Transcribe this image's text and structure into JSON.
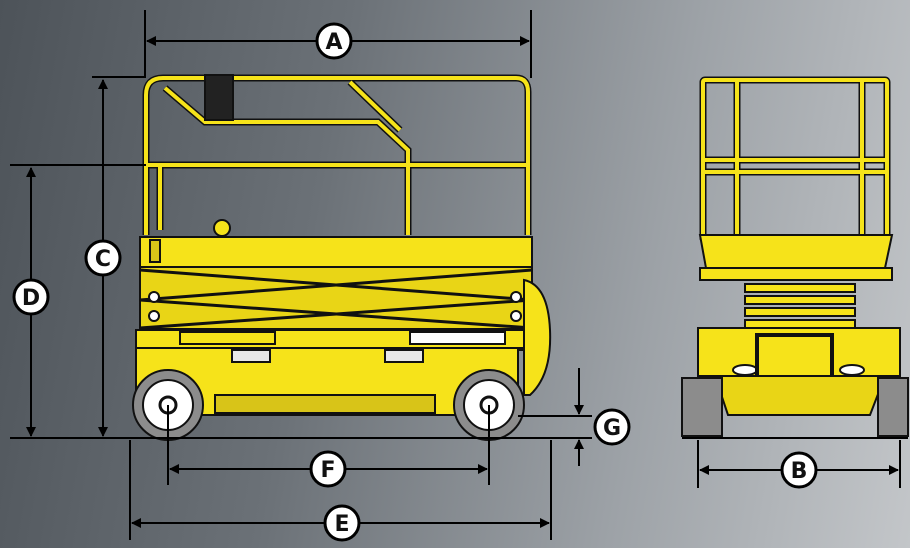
{
  "dimension_labels": {
    "a": "A",
    "b": "B",
    "c": "C",
    "d": "D",
    "e": "E",
    "f": "F",
    "g": "G"
  },
  "colors": {
    "machine_yellow": "#f6e31a",
    "machine_shadow": "#c9b40c",
    "outline": "#111111",
    "tire": "#8c8c8c",
    "dimension_line": "#000000",
    "label_fill": "#ffffff"
  }
}
